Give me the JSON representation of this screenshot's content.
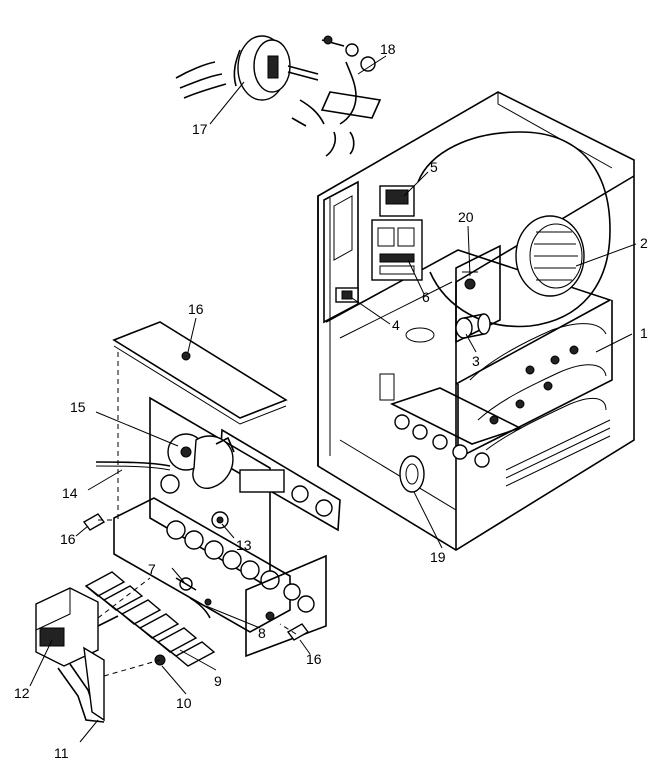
{
  "diagram": {
    "callouts": {
      "c1": "1",
      "c2": "2",
      "c3": "3",
      "c4": "4",
      "c5": "5",
      "c6": "6",
      "c7": "7",
      "c8": "8",
      "c9": "9",
      "c10": "10",
      "c11": "11",
      "c12": "12",
      "c13": "13",
      "c14": "14",
      "c15": "15",
      "c16a": "16",
      "c16b": "16",
      "c16c": "16",
      "c17": "17",
      "c18": "18",
      "c19": "19",
      "c20": "20"
    }
  }
}
